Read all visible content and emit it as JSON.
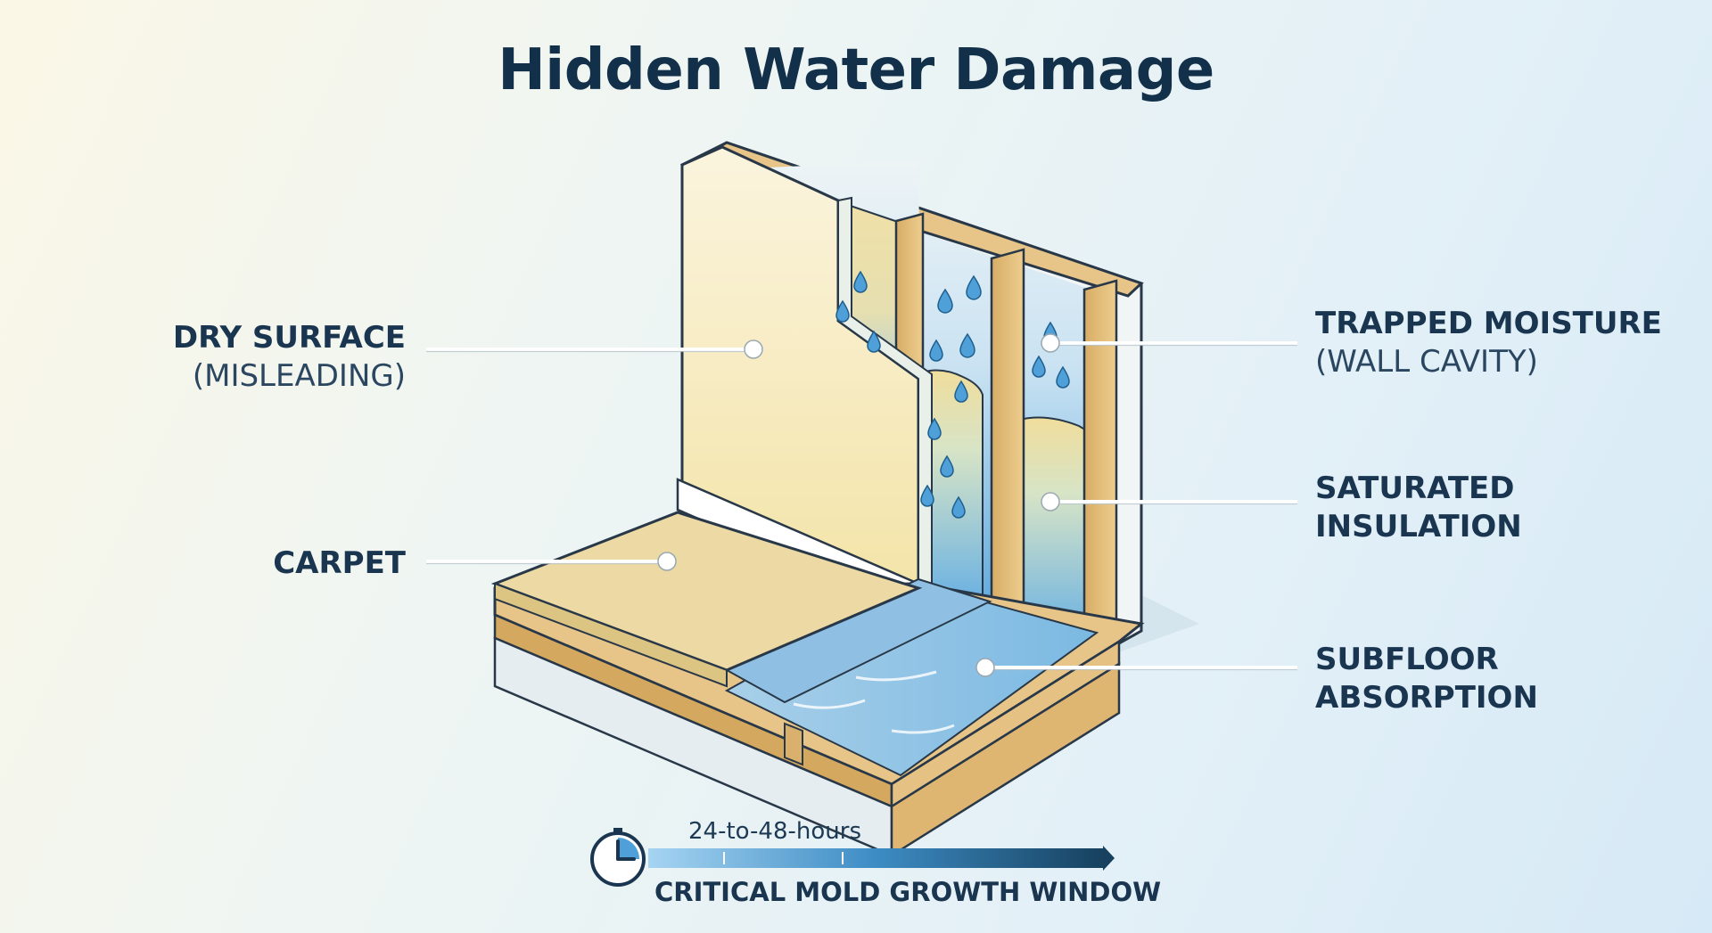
{
  "title": "Hidden Water Damage",
  "labels": {
    "dry_surface": {
      "main": "DRY SURFACE",
      "sub": "(MISLEADING)"
    },
    "carpet": {
      "main": "CARPET"
    },
    "trapped_moisture": {
      "main": "TRAPPED MOISTURE",
      "sub": "(WALL CAVITY)"
    },
    "saturated_insulation": {
      "main": "SATURATED",
      "main2": "INSULATION"
    },
    "subfloor_absorption": {
      "main": "SUBFLOOR",
      "main2": "ABSORPTION"
    }
  },
  "timeline": {
    "duration": "24-to-48-hours",
    "caption": "CRITICAL MOLD GROWTH WINDOW",
    "icon": "clock-icon"
  },
  "colors": {
    "title": "#123049",
    "water": "#4f9fd8",
    "drywall": "#f5ecc4",
    "wood": "#e3bf7d",
    "insulation": "#ecd58f",
    "carpet": "#ecd9a3"
  }
}
